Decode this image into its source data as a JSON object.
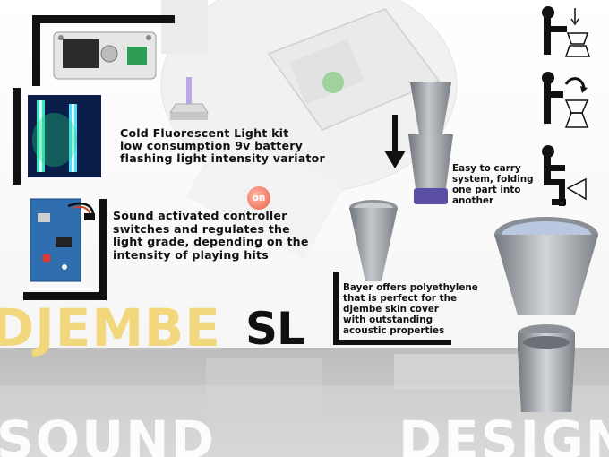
{
  "descriptions": {
    "light_kit": [
      "Cold Fluorescent Light kit",
      "low consumption 9v battery",
      "flashing light intensity variator"
    ],
    "sound_controller": [
      "Sound activated controller",
      "switches and regulates the",
      "light grade, depending on the",
      "intensity of playing hits"
    ],
    "carry": [
      "Easy to carry",
      "system, folding",
      "one part into",
      "another"
    ],
    "bayer": [
      "Bayer offers polyethylene",
      "that is perfect for the",
      "djembe skin cover",
      "with outstanding",
      "acoustic properties"
    ]
  },
  "badge": {
    "label": "on"
  },
  "title": {
    "djembe": "DJEMBE",
    "sl": "SL"
  },
  "footer": {
    "left": "SOUND",
    "right": "DESIGN"
  },
  "colors": {
    "title_yellow": "#f2d77c",
    "badge": "#f07a62",
    "cone": "#9aa0a6",
    "ring": "#5b4fa3",
    "ink": "#111111"
  },
  "icons": [
    "fold-down-step-icon",
    "fold-rotate-step-icon",
    "fold-stacked-step-icon"
  ]
}
